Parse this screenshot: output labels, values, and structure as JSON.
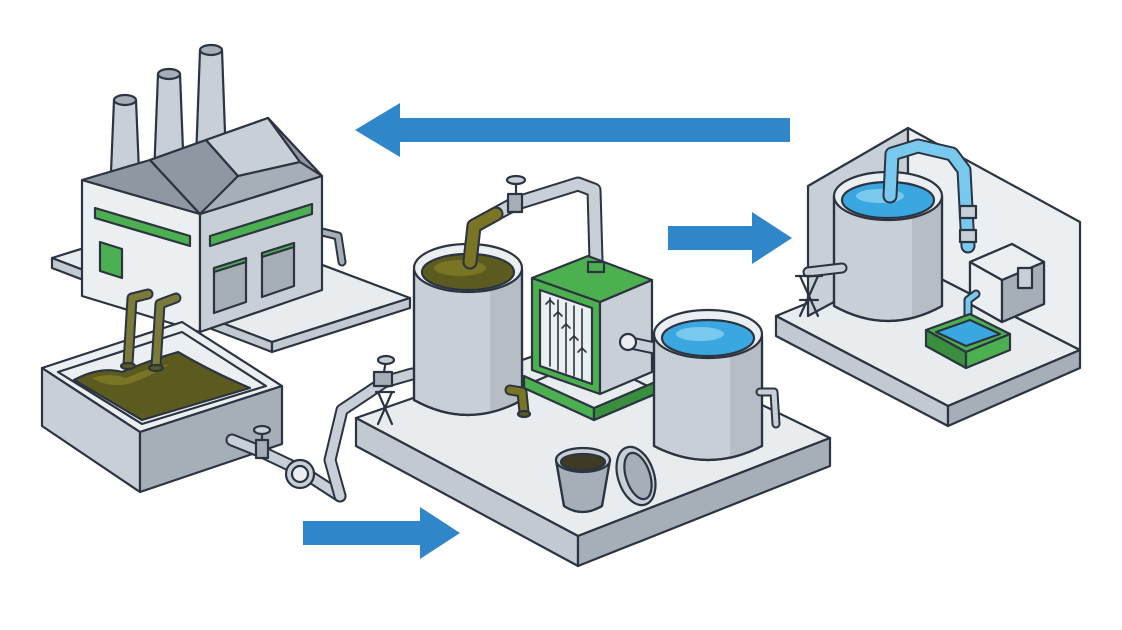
{
  "diagram": {
    "components": [
      "factory",
      "wastewater-holding-basin",
      "settling-tank",
      "heat-exchanger",
      "clean-water-tank",
      "sludge-bin",
      "water-storage-room",
      "water-pump"
    ],
    "flow_arrows": [
      "to-treatment",
      "to-reuse",
      "return-to-factory"
    ]
  },
  "colors": {
    "outline": "#2b3440",
    "wall_light": "#eceff2",
    "wall_mid": "#c9cfd6",
    "wall_dark": "#a6aeb8",
    "roof": "#8e97a2",
    "accent_green": "#4caf50",
    "sludge": "#5b5a1f",
    "sludge_light": "#7a7425",
    "water": "#3aa7e0",
    "water_light": "#79c9ef",
    "flow_arrow": "#2f86c8",
    "platform_top": "#e9ecef",
    "platform_side": "#c3c9d0"
  }
}
